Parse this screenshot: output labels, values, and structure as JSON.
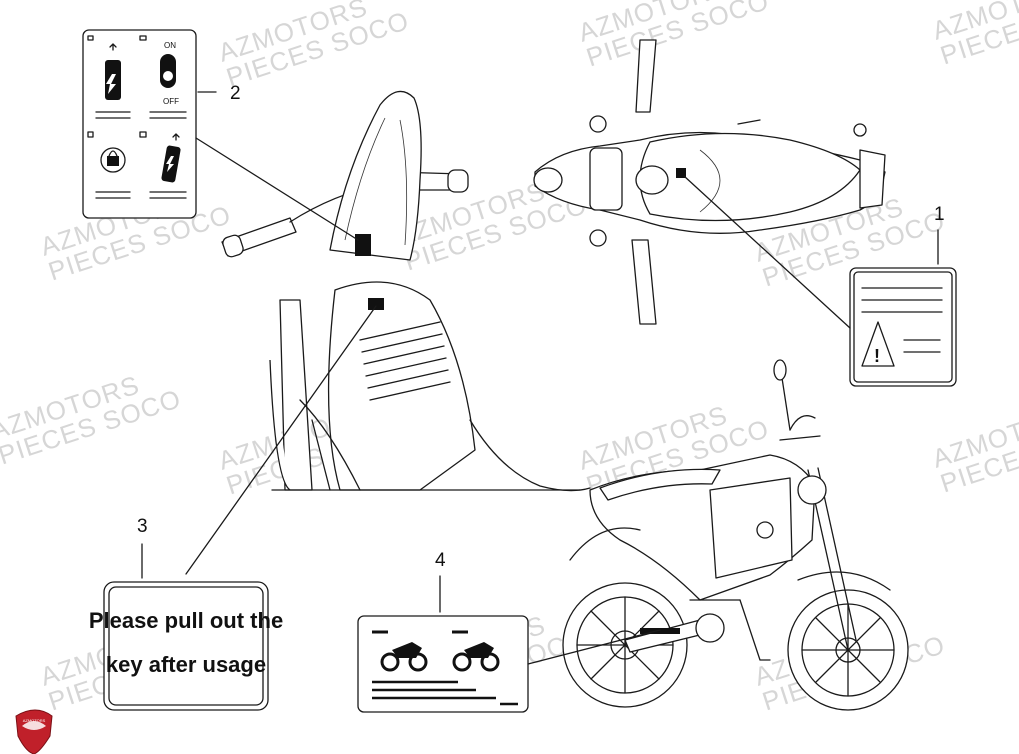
{
  "callouts": [
    {
      "number": "1"
    },
    {
      "number": "2"
    },
    {
      "number": "3"
    },
    {
      "number": "4"
    }
  ],
  "label_2": {
    "on_text": "ON",
    "off_text": "OFF"
  },
  "label_3": {
    "line1": "Please pull out the",
    "line2": "key after usage"
  },
  "watermark": {
    "line1": "AZMOTORS",
    "line2": "PIECES SOCO"
  },
  "logo": {
    "text": "AZMOTORS",
    "color": "#c0202a"
  }
}
